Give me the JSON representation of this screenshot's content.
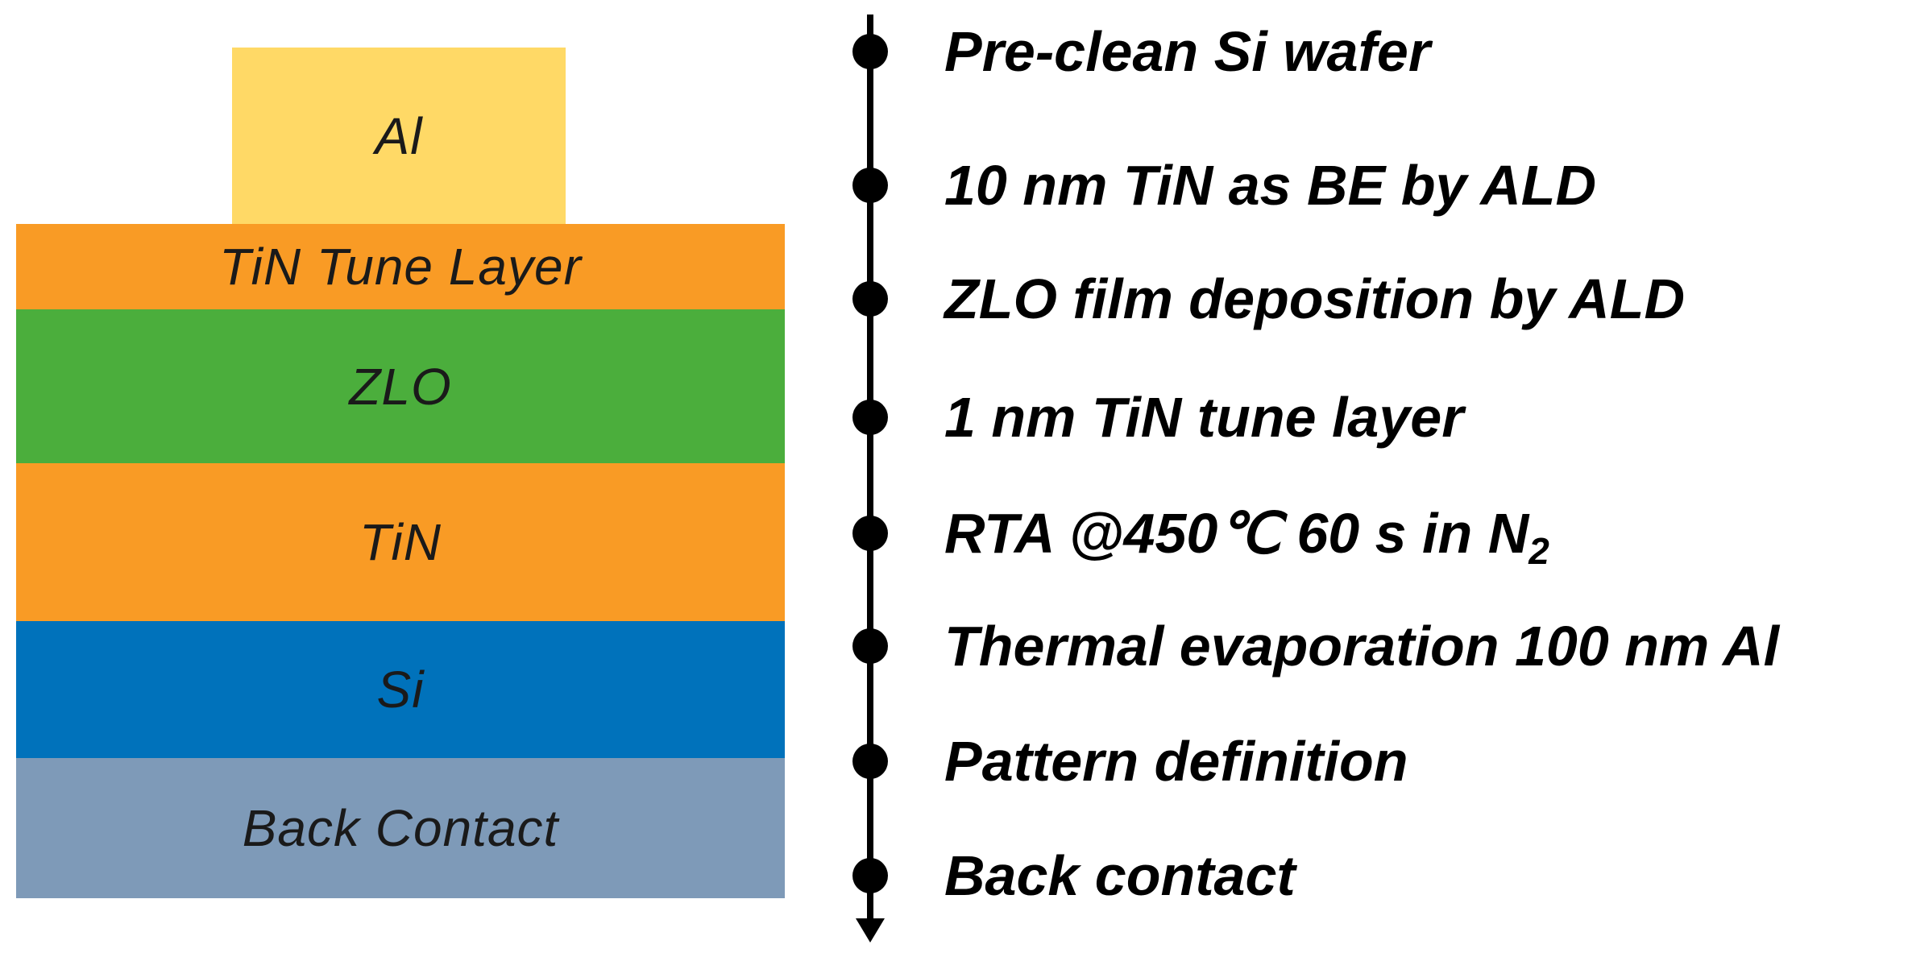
{
  "layers": {
    "al": {
      "label": "Al",
      "color": "#FFD966"
    },
    "tune": {
      "label": "TiN Tune Layer",
      "color": "#F99B25"
    },
    "zlo": {
      "label": "ZLO",
      "color": "#4BAE3C"
    },
    "tin": {
      "label": "TiN",
      "color": "#F99B25"
    },
    "si": {
      "label": "Si",
      "color": "#0072BB"
    },
    "back": {
      "label": "Back Contact",
      "color": "#7E9AB8"
    }
  },
  "process_flow": {
    "steps": [
      {
        "text": "Pre-clean Si wafer"
      },
      {
        "text": "10 nm TiN as BE by ALD"
      },
      {
        "text": "ZLO film deposition by ALD"
      },
      {
        "text": "1 nm TiN tune layer"
      },
      {
        "text": "RTA @450℃ 60 s in N",
        "subscript": "2"
      },
      {
        "text": "Thermal evaporation 100 nm Al"
      },
      {
        "text": "Pattern definition"
      },
      {
        "text": "Back contact"
      }
    ]
  }
}
